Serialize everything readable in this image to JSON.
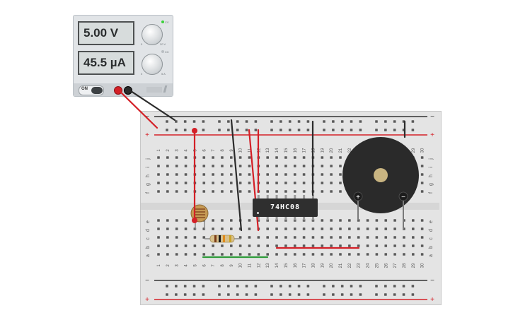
{
  "power_supply": {
    "voltage_reading": "5.00 V",
    "current_reading": "45.5 µA",
    "voltage_knob_min": "0",
    "voltage_knob_max": "20 V",
    "current_knob_min": "0",
    "current_knob_max": "5 A",
    "cv_label": "CV",
    "cc_label": "CC",
    "power_label": "ON",
    "cv_led_color": "#3bd13b",
    "cc_led_color": "#b9bec2"
  },
  "breadboard": {
    "column_numbers": [
      "1",
      "2",
      "3",
      "4",
      "5",
      "6",
      "7",
      "8",
      "9",
      "10",
      "11",
      "12",
      "13",
      "14",
      "15",
      "16",
      "17",
      "18",
      "19",
      "20",
      "21",
      "22",
      "23",
      "24",
      "25",
      "26",
      "27",
      "28",
      "29",
      "30"
    ],
    "row_letters_top": [
      "j",
      "i",
      "h",
      "g",
      "f"
    ],
    "row_letters_bottom": [
      "e",
      "d",
      "c",
      "b",
      "a"
    ],
    "rail_minus": "−",
    "rail_plus": "+"
  },
  "components": {
    "chip_label": "74HC08",
    "buzzer_plus": "+",
    "buzzer_minus": "−"
  },
  "colors": {
    "wire_red": "#d42027",
    "wire_black": "#2b2b2b",
    "wire_green": "#2e9b3a",
    "rail_red": "#d42027",
    "rail_dark": "#333333"
  }
}
